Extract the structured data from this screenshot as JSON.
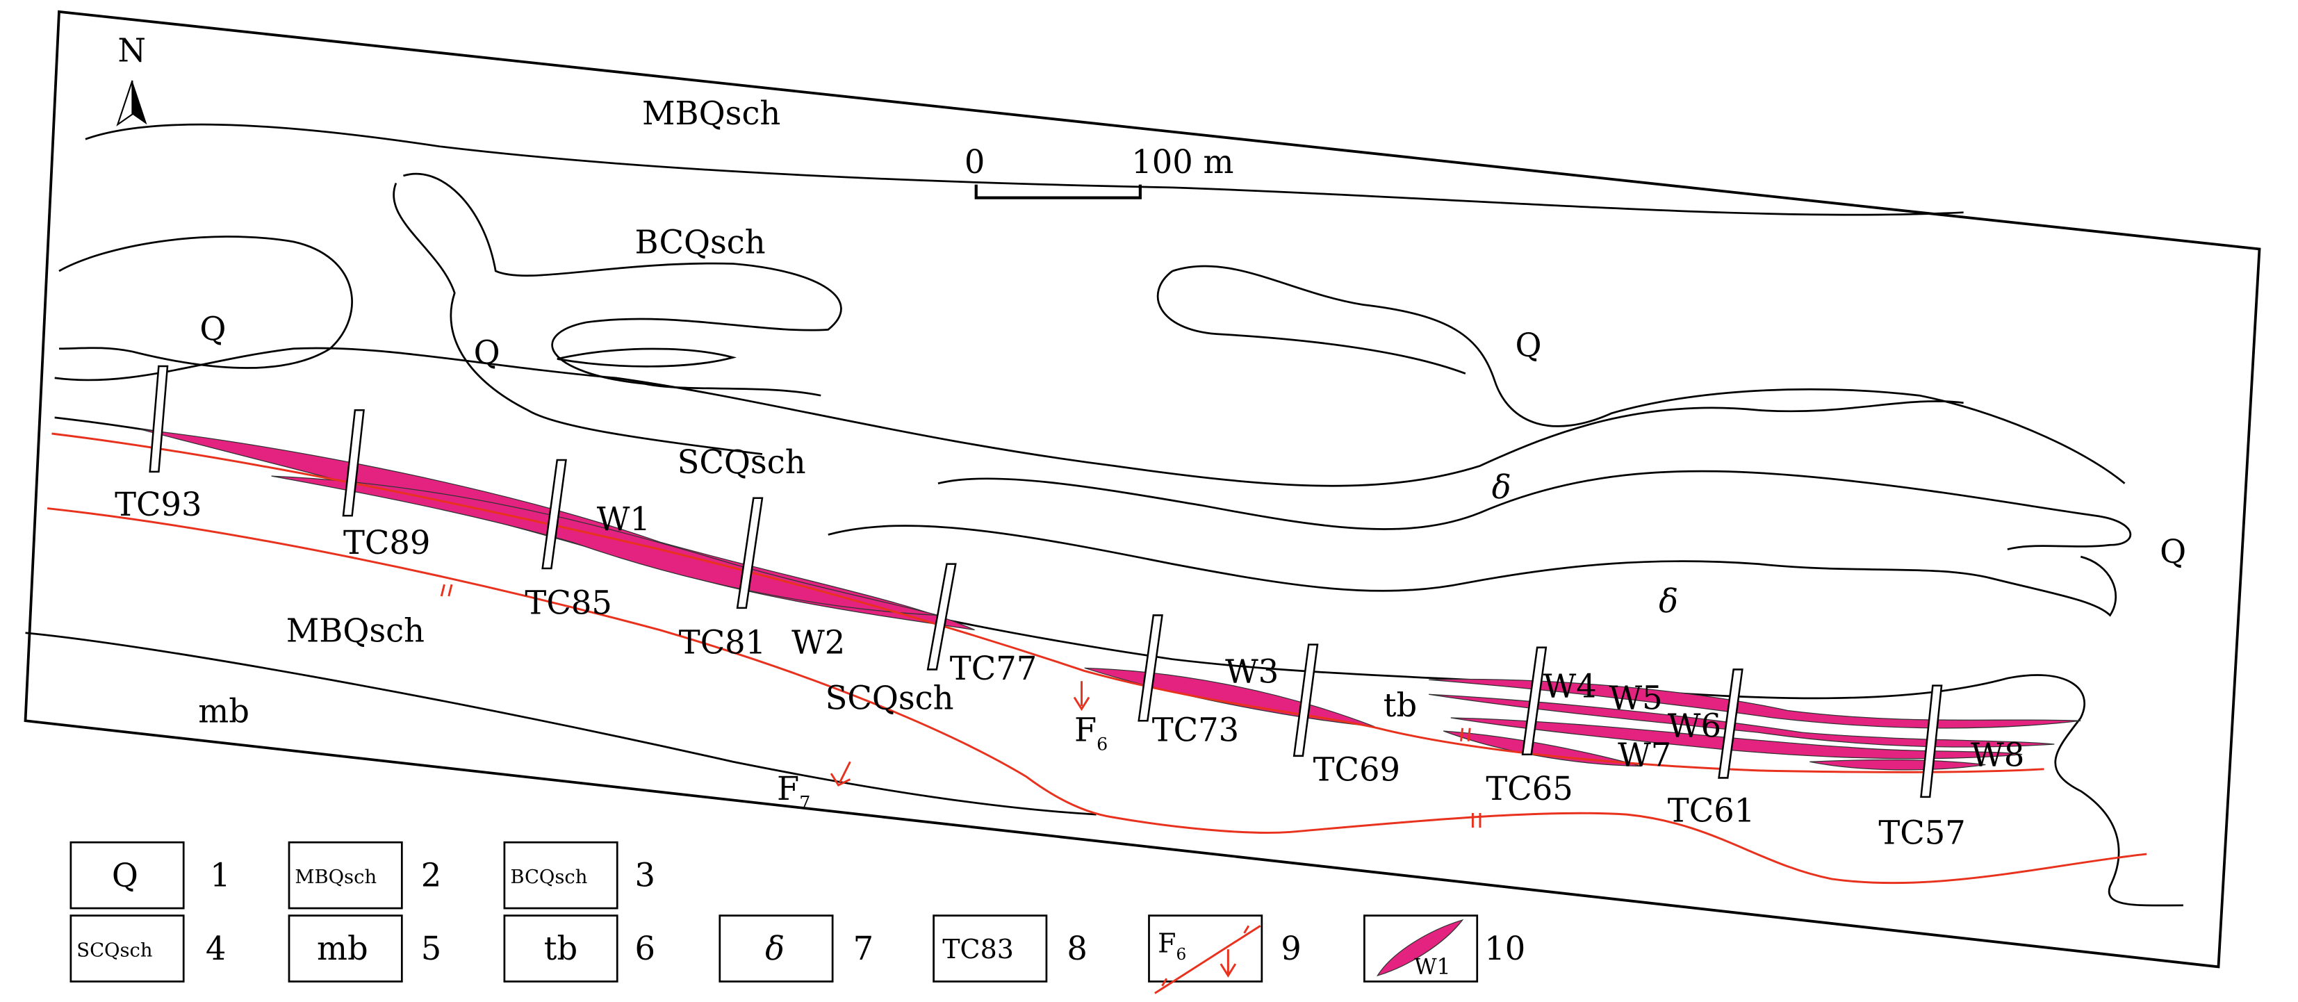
{
  "north": "N",
  "scale": {
    "zero": "0",
    "end": "100 m"
  },
  "units": {
    "mbqsch_top": "MBQsch",
    "bcqsch": "BCQsch",
    "q1": "Q",
    "q2": "Q",
    "q3": "Q",
    "q4": "Q",
    "scqsch_top": "SCQsch",
    "delta1": "δ",
    "delta2": "δ",
    "mbqsch_bottom": "MBQsch",
    "scqsch_bottom": "SCQsch",
    "tb": "tb",
    "mb": "mb"
  },
  "faults": [
    {
      "name": "F",
      "sub": "6"
    },
    {
      "name": "F",
      "sub": "7"
    }
  ],
  "orebodies": [
    "W1",
    "W2",
    "W3",
    "W4",
    "W5",
    "W6",
    "W7",
    "W8"
  ],
  "trenches": [
    "TC93",
    "TC89",
    "TC85",
    "TC81",
    "TC77",
    "TC73",
    "TC69",
    "TC65",
    "TC61",
    "TC57"
  ],
  "colors": {
    "ore": "#e3237f",
    "fault": "#e8321e"
  },
  "legend": [
    {
      "symbol": "Q",
      "number": "1"
    },
    {
      "symbol": "MBQsch",
      "number": "2"
    },
    {
      "symbol": "BCQsch",
      "number": "3"
    },
    {
      "symbol": "SCQsch",
      "number": "4"
    },
    {
      "symbol": "mb",
      "number": "5"
    },
    {
      "symbol": "tb",
      "number": "6"
    },
    {
      "symbol": "δ",
      "number": "7"
    },
    {
      "symbol": "TC83",
      "number": "8"
    },
    {
      "symbol": "F",
      "sub": "6",
      "number": "9"
    },
    {
      "symbol": "W1",
      "number": "10"
    }
  ]
}
